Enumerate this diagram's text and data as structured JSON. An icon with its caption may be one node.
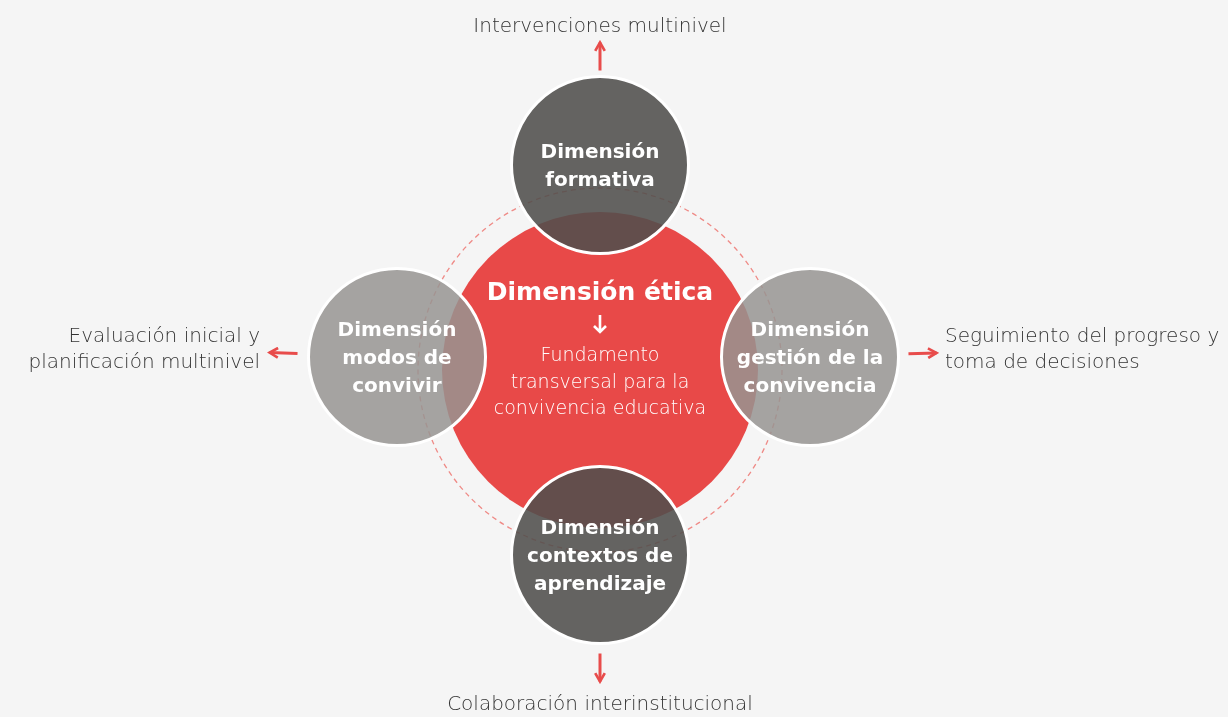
{
  "diagram": {
    "nodes": [
      {
        "text": [
          "Dimensión ética",
          "Fundamento transversal para la convivencia educativa"
        ]
      },
      {
        "text": [
          "Dimensión formativa"
        ]
      },
      {
        "text": [
          "Dimensión modos de convivir"
        ]
      },
      {
        "text": [
          "Dimensión gestión de la convivencia"
        ]
      },
      {
        "text": [
          "Dimensión contextos de aprendizaje"
        ]
      },
      {
        "text": [
          "Intervenciones multinivel"
        ]
      },
      {
        "text": [
          "Evaluación inicial y planificación multinivel"
        ]
      },
      {
        "text": [
          "Seguimiento del progreso y toma de decisiones"
        ]
      },
      {
        "text": [
          "Colaboración interinstitucional"
        ]
      }
    ],
    "edges": [
      {
        "from": 1,
        "to": 5,
        "arrow": "to"
      },
      {
        "from": 2,
        "to": 6,
        "arrow": "to"
      },
      {
        "from": 3,
        "to": 7,
        "arrow": "to"
      },
      {
        "from": 4,
        "to": 8,
        "arrow": "to"
      }
    ]
  }
}
